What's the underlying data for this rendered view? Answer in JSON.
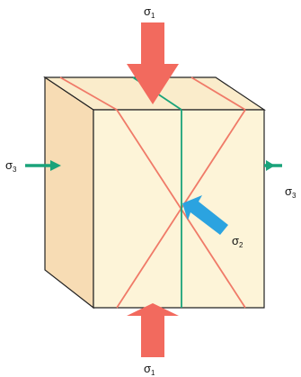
{
  "labels": {
    "sigma": "σ",
    "top_sub": "1",
    "bottom_sub": "1",
    "left_sub": "3",
    "right_sub": "3",
    "front_sub": "2"
  },
  "colors": {
    "cube_front": "#fdf4d8",
    "cube_side": "#f7dcb4",
    "cube_top": "#faeccb",
    "edge": "#222222",
    "red_arrow": "#f26a5e",
    "green_arrow": "#1aa37a",
    "blue_arrow": "#2ba3e0",
    "red_plane": "#f07a68",
    "green_plane": "#1aa37a"
  }
}
